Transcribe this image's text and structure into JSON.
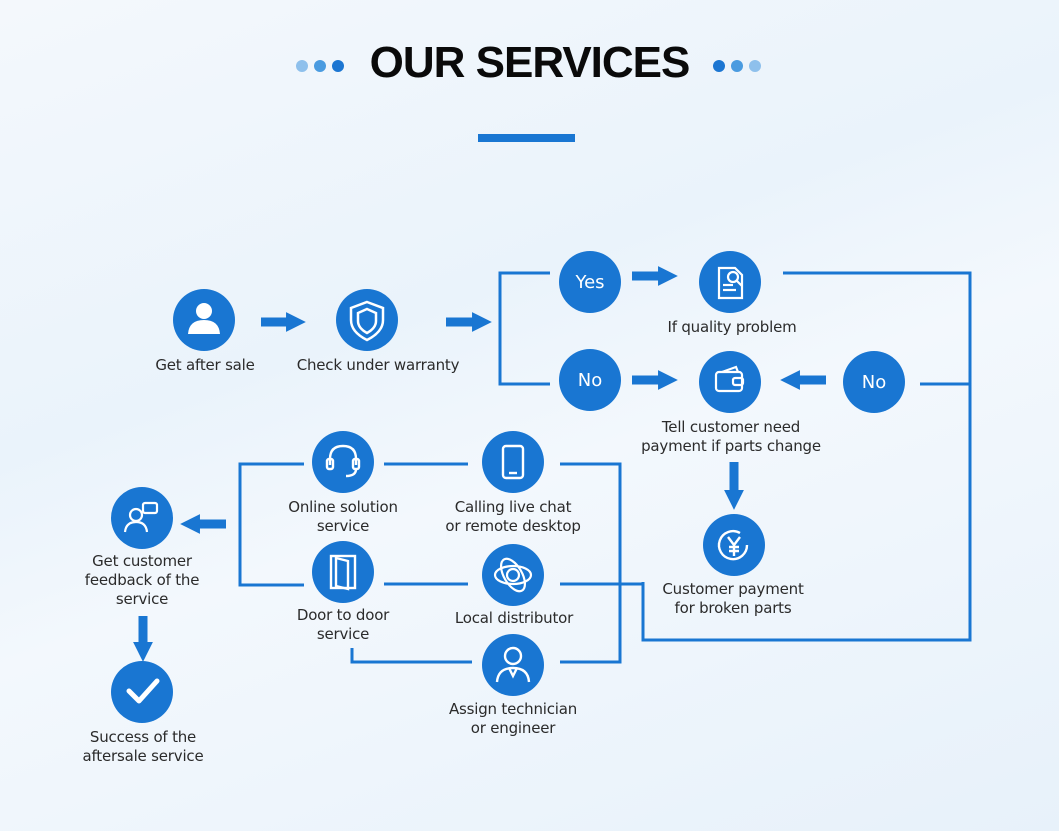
{
  "header": {
    "title": "OUR SERVICES",
    "dot_colors_left": [
      "#8ec0ec",
      "#4a9be0",
      "#1c76d2"
    ],
    "dot_colors_right": [
      "#1c76d2",
      "#4a9be0",
      "#8ec0ec"
    ]
  },
  "colors": {
    "accent": "#1976d2",
    "line": "#1976d2",
    "text": "#2b2b2b",
    "title": "#0a0a0a"
  },
  "nodes": {
    "get_after_sale": {
      "icon": "user-icon",
      "lines": [
        "Get after sale"
      ]
    },
    "check_warranty": {
      "icon": "shield-icon",
      "lines": [
        "Check under warranty"
      ]
    },
    "yes": {
      "text": "Yes"
    },
    "no_left": {
      "text": "No"
    },
    "no_right": {
      "text": "No"
    },
    "quality_problem": {
      "icon": "document-search-icon",
      "lines": [
        "If quality problem"
      ]
    },
    "tell_customer": {
      "icon": "wallet-icon",
      "lines": [
        "Tell customer need",
        "payment if parts change"
      ]
    },
    "customer_payment": {
      "icon": "yuan-coin-icon",
      "lines": [
        "Customer payment",
        "for broken parts"
      ]
    },
    "online_solution": {
      "icon": "headset-icon",
      "lines": [
        "Online solution",
        "service"
      ]
    },
    "calling_live": {
      "icon": "phone-icon",
      "lines": [
        "Calling live chat",
        "or remote desktop"
      ]
    },
    "door_to_door": {
      "icon": "door-icon",
      "lines": [
        "Door to door",
        "service"
      ]
    },
    "local_distributor": {
      "icon": "network-icon",
      "lines": [
        "Local distributor"
      ]
    },
    "assign_technician": {
      "icon": "technician-icon",
      "lines": [
        "Assign technician",
        "or engineer"
      ]
    },
    "feedback": {
      "icon": "chat-user-icon",
      "lines": [
        "Get customer",
        "feedback of the",
        "service"
      ]
    },
    "success": {
      "icon": "checkmark-icon",
      "lines": [
        "Success of the",
        "aftersale service"
      ]
    }
  }
}
